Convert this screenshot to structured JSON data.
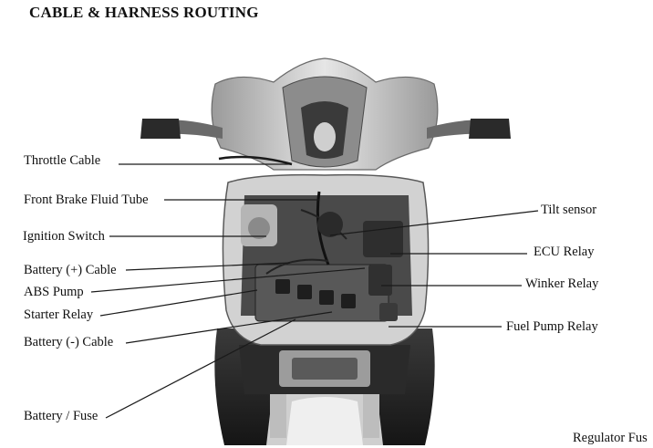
{
  "title": "CABLE & HARNESS ROUTING",
  "labels_left": [
    "Throttle Cable",
    "Front Brake Fluid Tube",
    "Ignition Switch",
    "Battery (+) Cable",
    "ABS Pump",
    "Starter Relay",
    "Battery (-) Cable",
    "Battery / Fuse"
  ],
  "labels_right": [
    "Tilt sensor",
    "ECU Relay",
    "Winker Relay",
    "Fuel Pump Relay",
    "Regulator Fus"
  ],
  "colors": {
    "line": "#1a1a1a",
    "body_light": "#d9d9d9",
    "body_dark": "#2b2b2b"
  }
}
